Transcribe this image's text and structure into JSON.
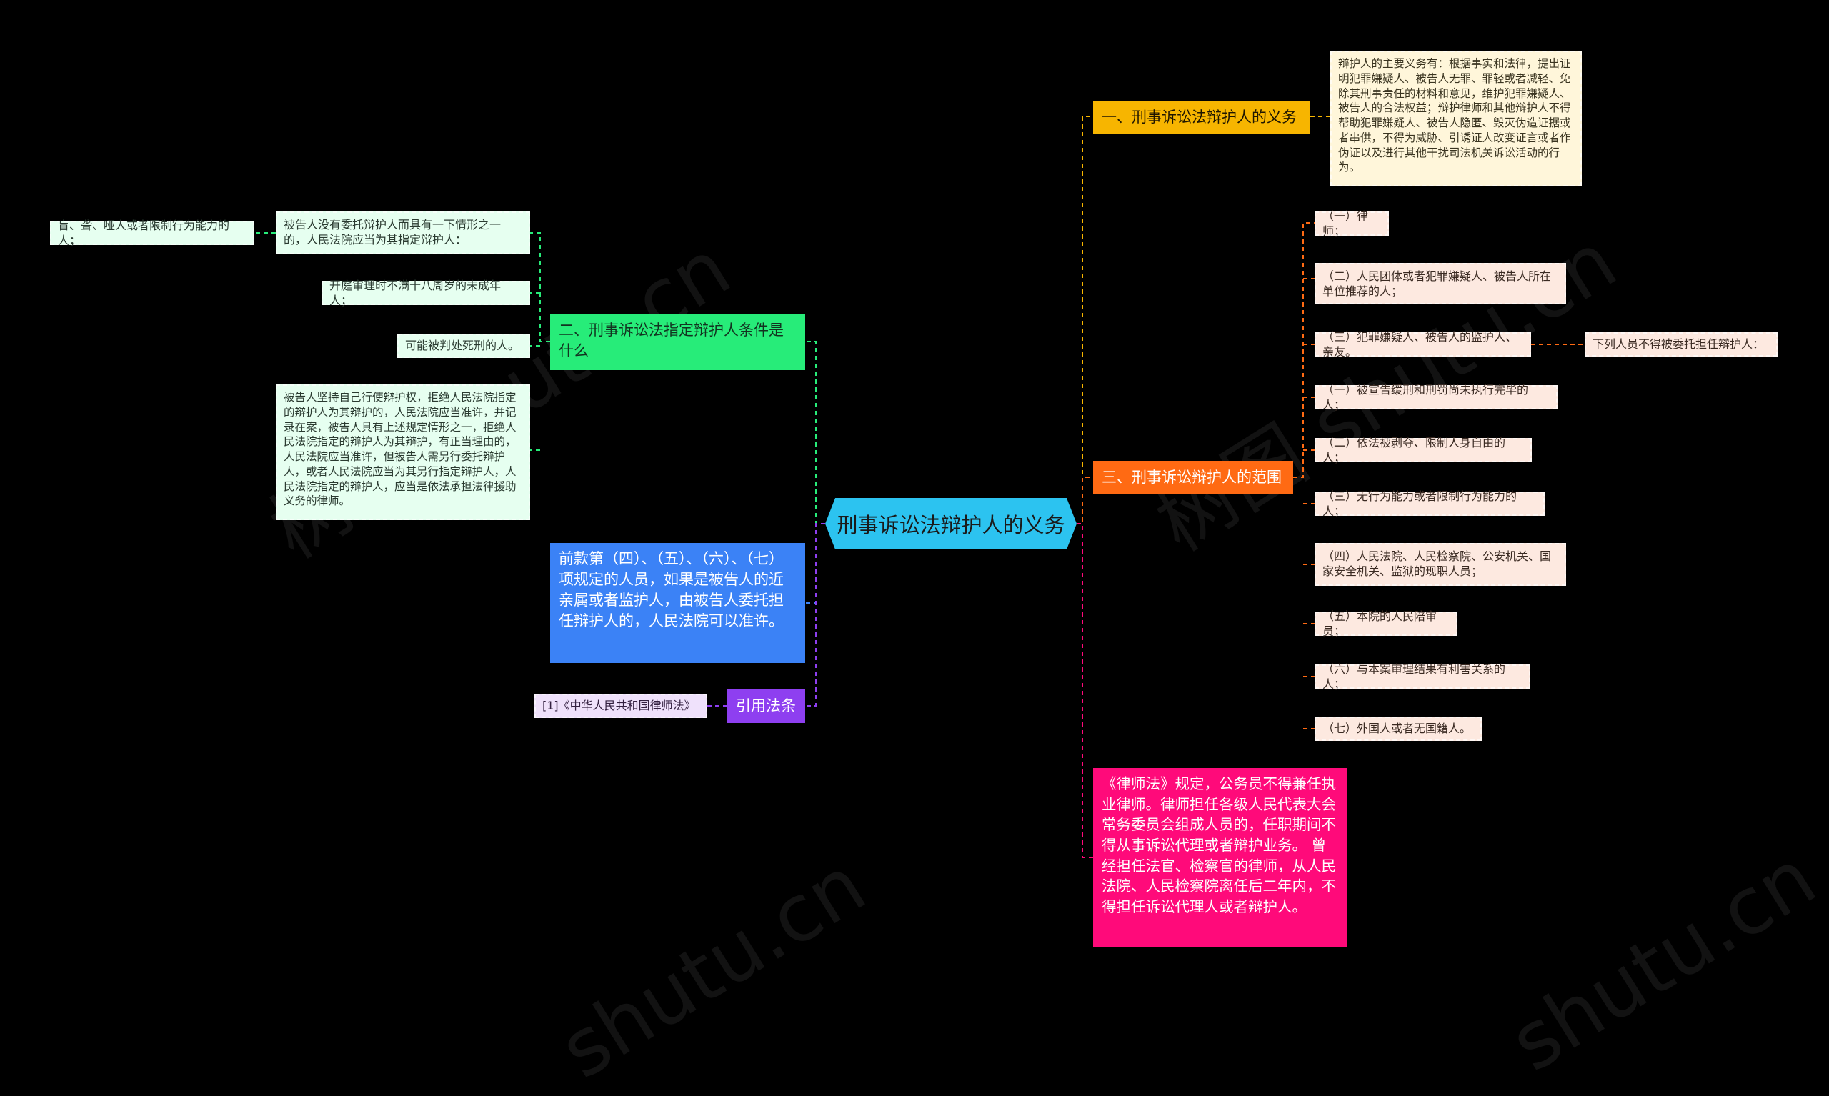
{
  "root": {
    "label": "刑事诉讼法辩护人的义务"
  },
  "colors": {
    "root": "#2cc3f0",
    "section_one": "#f7b500",
    "section_two": "#27ec79",
    "section_three": "#ff6a13",
    "note_pink": "#ff0a7a",
    "note_blue": "#3b82f6",
    "citation": "#8e3ff0",
    "background": "#000000"
  },
  "right": {
    "section_one": {
      "label": "一、刑事诉讼法辩护人的义务",
      "detail": "辩护人的主要义务有：根据事实和法律，提出证明犯罪嫌疑人、被告人无罪、罪轻或者减轻、免除其刑事责任的材料和意见，维护犯罪嫌疑人、被告人的合法权益；辩护律师和其他辩护人不得帮助犯罪嫌疑人、被告人隐匿、毁灭伪造证据或者串供，不得为威胁、引诱证人改变证言或者作伪证以及进行其他干扰司法机关诉讼活动的行为。"
    },
    "section_three": {
      "label": "三、刑事诉讼辩护人的范围",
      "items": [
        "（一）律师；",
        "（二）人民团体或者犯罪嫌疑人、被告人所在单位推荐的人；",
        "（三）犯罪嫌疑人、被告人的监护人、亲友。",
        "（一）被宣告缓刑和刑罚尚未执行完毕的人；",
        "（二）依法被剥夺、限制人身自由的人；",
        "（三）无行为能力或者限制行为能力的人；",
        "（四）人民法院、人民检察院、公安机关、国家安全机关、监狱的现职人员；",
        "（五）本院的人民陪审员；",
        "（六）与本案审理结果有利害关系的人；",
        "（七）外国人或者无国籍人。"
      ],
      "side_note": "下列人员不得被委托担任辩护人："
    },
    "pink_note": {
      "text": "《律师法》规定，公务员不得兼任执业律师。律师担任各级人民代表大会常务委员会组成人员的，任职期间不得从事诉讼代理或者辩护业务。 曾经担任法官、检察官的律师，从人民法院、人民检察院离任后二年内，不得担任诉讼代理人或者辩护人。"
    }
  },
  "left": {
    "section_two": {
      "label": "二、刑事诉讼法指定辩护人条件是什么",
      "items": [
        "被告人没有委托辩护人而具有一下情形之一的，人民法院应当为其指定辩护人：",
        "开庭审理时不满十八周岁的未成年人；",
        "可能被判处死刑的人。",
        "被告人坚持自己行使辩护权，拒绝人民法院指定的辩护人为其辩护的，人民法院应当准许，并记录在案，被告人具有上述规定情形之一，拒绝人民法院指定的辩护人为其辩护，有正当理由的，人民法院应当准许，但被告人需另行委托辩护人，或者人民法院应当为其另行指定辩护人，人民法院指定的辩护人，应当是依法承担法律援助义务的律师。"
      ],
      "sub_item": "盲、聋、哑人或者限制行为能力的人；"
    },
    "blue_note": {
      "text": "前款第（四）、（五）、（六）、（七）项规定的人员，如果是被告人的近亲属或者监护人，由被告人委托担任辩护人的，人民法院可以准许。"
    },
    "citation": {
      "label": "引用法条",
      "item": "[1]《中华人民共和国律师法》"
    }
  },
  "watermarks": [
    "树图 shutu.cn",
    "树图 shutu.cn",
    "树图 shutu.cn",
    "shutu.cn",
    "shutu.cn"
  ]
}
